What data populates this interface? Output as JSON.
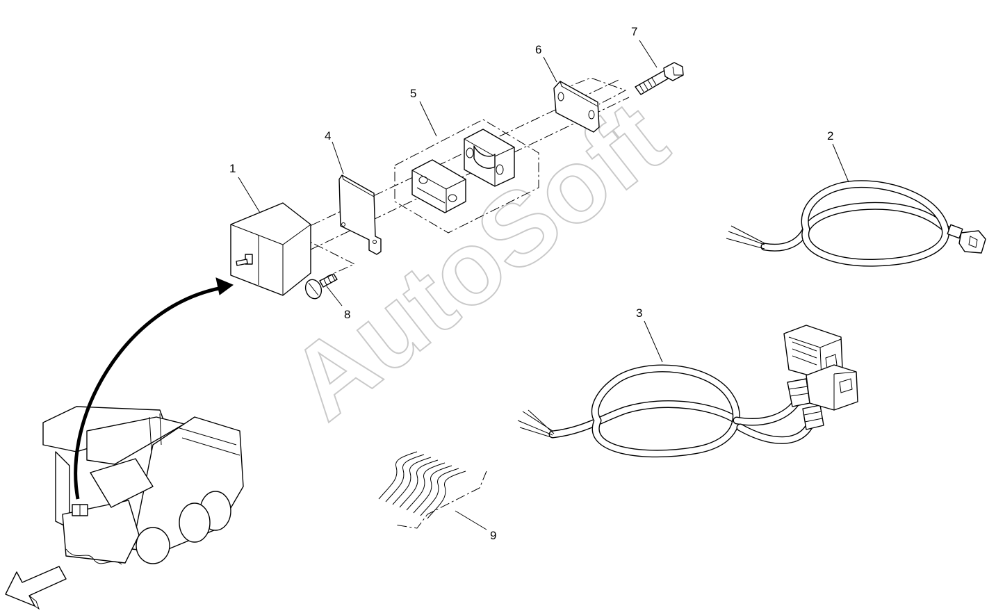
{
  "watermark": "AutoSoft",
  "callouts": {
    "n1": "1",
    "n2": "2",
    "n3": "3",
    "n4": "4",
    "n5": "5",
    "n6": "6",
    "n7": "7",
    "n8": "8",
    "n9": "9"
  }
}
